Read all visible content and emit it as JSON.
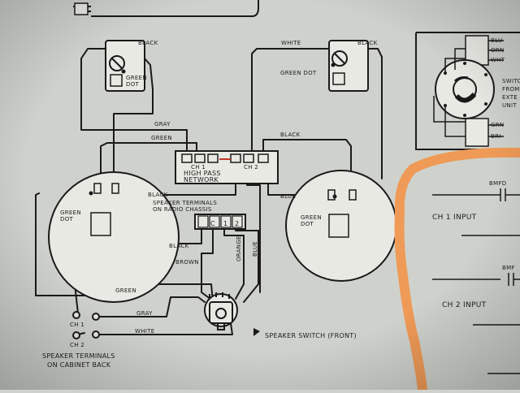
{
  "palette": {
    "paper": "#cfd2cc",
    "ink": "#1a1a1a",
    "orange": "#ef9a57",
    "red_jumper": "#c0392b",
    "speaker_fill": "#e9e9e4"
  },
  "labels": {
    "black_top_left": "BLACK",
    "green_dot_top_left": "GREEN\nDOT",
    "white_top_right": "WHITE",
    "black_top_right": "BLACK",
    "green_dot_top_right": "GREEN DOT",
    "gray_mid": "GRAY",
    "green_mid": "GREEN",
    "black_right": "BLACK",
    "ch1_terminal": "CH 1",
    "ch2_terminal": "CH 2",
    "network_line1": "HIGH PASS",
    "network_line2": "NETWORK",
    "black_left_mid": "BLACK",
    "speaker_terminals_radio_line1": "SPEAKER TERMINALS",
    "speaker_terminals_radio_line2": "ON RADIO CHASSIS",
    "green_dot_left_speaker": "GREEN\nDOT",
    "blue_right": "BLUE",
    "green_dot_right_speaker": "GREEN\nDOT",
    "terminal_c": "C",
    "terminal_1": "1",
    "terminal_2": "2",
    "black_lower": "BLACK",
    "brown": "BROWN",
    "orange": "ORANGE",
    "blue_vertical": "BLUE",
    "green_bottom": "GREEN",
    "gray_bottom": "GRAY",
    "white_bottom": "WHITE",
    "ch1_bottom": "CH 1",
    "ch2_bottom": "CH 2",
    "speaker_switch": "SPEAKER SWITCH (FRONT)",
    "cabinet_line1": "SPEAKER TERMINALS",
    "cabinet_line2": "ON CABINET BACK",
    "ext_blu": "BLU",
    "ext_orn": "ORN",
    "ext_wht": "WHT",
    "ext_grn": "GRN",
    "ext_bri": "BRI",
    "ext_side_line1": "SWITC",
    "ext_side_line2": "FROM",
    "ext_side_line3": "EXTE",
    "ext_side_line4": "UNIT",
    "bmfd_1": "BMFD",
    "bmfd_2": "BMF",
    "ch1_input": "CH 1  INPUT",
    "ch2_input": "CH 2  INPUT"
  }
}
